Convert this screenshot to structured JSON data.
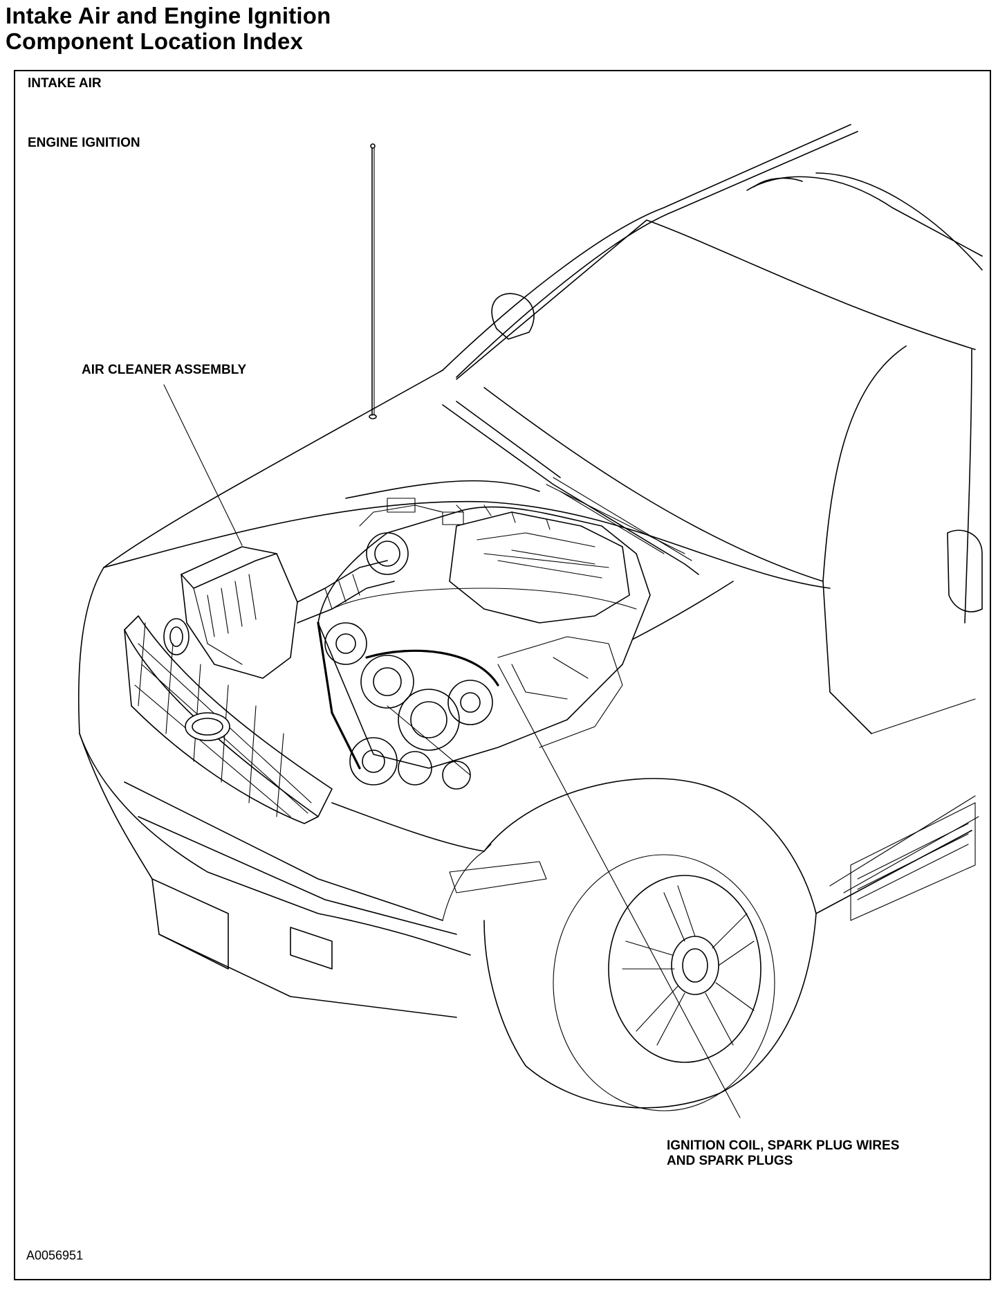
{
  "title": {
    "line1": "Intake Air and Engine Ignition",
    "line2": "Component Location Index"
  },
  "index": {
    "intake_air": "INTAKE AIR",
    "engine_ignition": "ENGINE IGNITION"
  },
  "callouts": {
    "air_cleaner": "AIR CLEANER ASSEMBLY",
    "ignition_line1": "IGNITION COIL, SPARK PLUG WIRES",
    "ignition_line2": "AND SPARK PLUGS"
  },
  "figure_id": "A0056951"
}
